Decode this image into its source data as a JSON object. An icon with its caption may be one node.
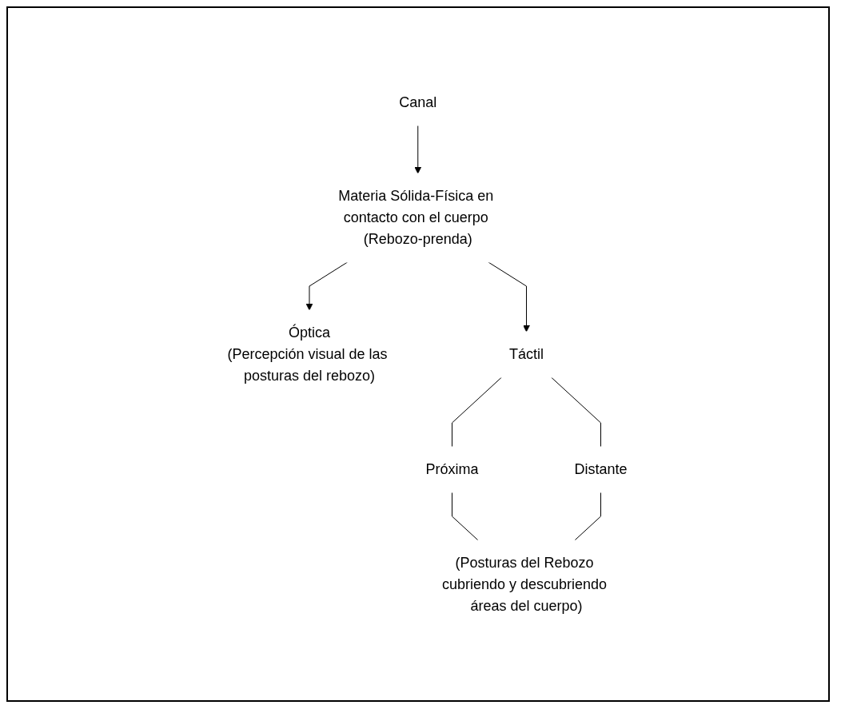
{
  "diagram": {
    "nodes": [
      {
        "text": [
          "Canal"
        ]
      },
      {
        "text": [
          "Materia Sólida-Física en contacto con el cuerpo (Rebozo-prenda)"
        ]
      },
      {
        "text": [
          "Óptica",
          "(Percepción visual de las posturas del rebozo)"
        ]
      },
      {
        "text": [
          "Táctil"
        ]
      },
      {
        "text": [
          "Próxima"
        ]
      },
      {
        "text": [
          "Distante"
        ]
      },
      {
        "text": [
          "(Posturas del Rebozo cubriendo y descubriendo áreas del cuerpo)"
        ]
      }
    ],
    "edges": [
      {
        "from": 0,
        "to": 1,
        "arrow": "to"
      },
      {
        "from": 1,
        "to": 2,
        "arrow": "to"
      },
      {
        "from": 1,
        "to": 3,
        "arrow": "to"
      },
      {
        "from": 3,
        "to": 4,
        "arrow": "none"
      },
      {
        "from": 3,
        "to": 5,
        "arrow": "none"
      },
      {
        "from": 4,
        "to": 6,
        "arrow": "none"
      },
      {
        "from": 5,
        "to": 6,
        "arrow": "none"
      }
    ]
  }
}
